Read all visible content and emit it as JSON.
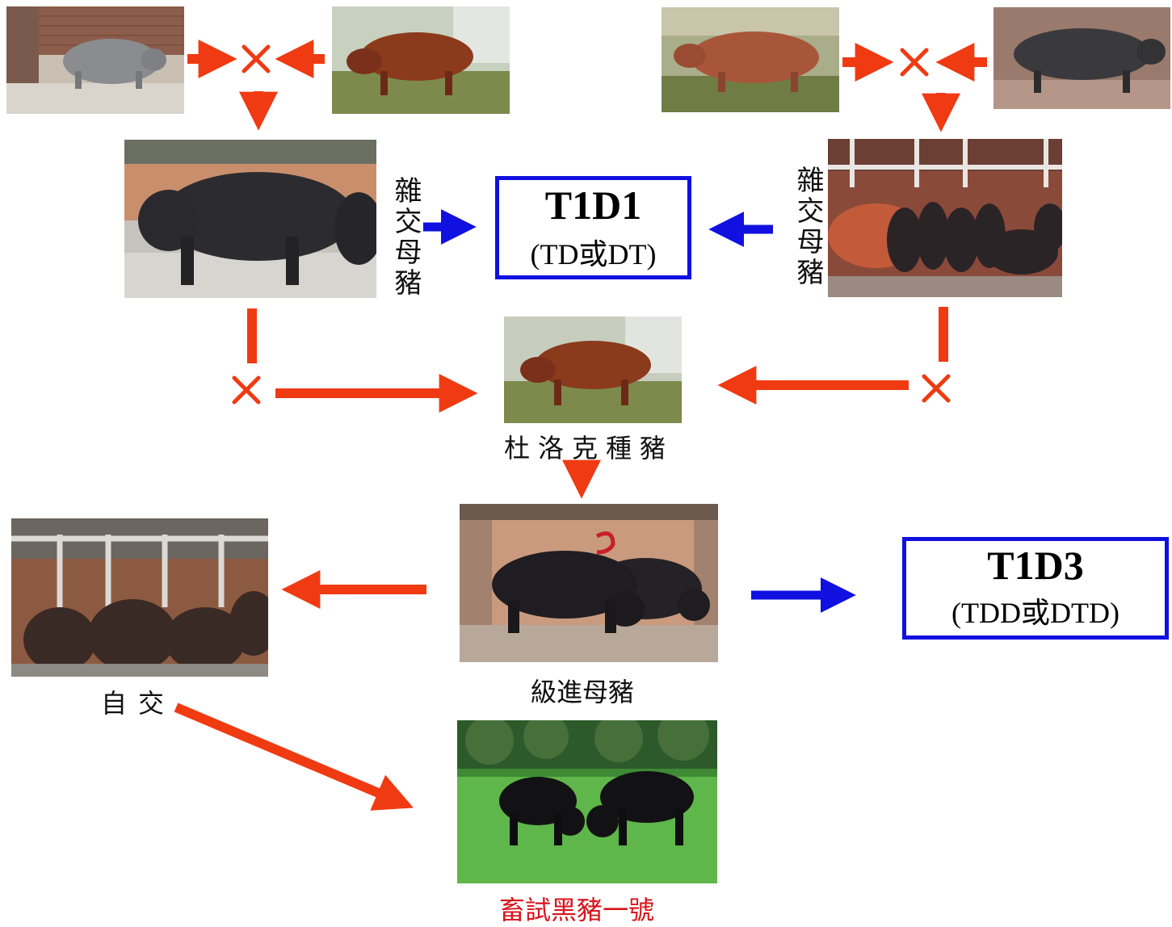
{
  "labels": {
    "crossbred_sow_left": "雜交母豬",
    "crossbred_sow_right": "雜交母豬",
    "duroc_boar": "杜洛克種豬",
    "grading_sow": "級進母豬",
    "self_cross": "自交",
    "final_breed": "畜試黑豬一號"
  },
  "results": {
    "t1d1": {
      "code": "T1D1",
      "sub": "(TD或DT)"
    },
    "t1d3": {
      "code": "T1D3",
      "sub": "(TDD或DTD)"
    }
  },
  "colors": {
    "red_arrow": "#f03a12",
    "blue_arrow": "#1010e0",
    "final_label": "#d8141c",
    "box_border": "#1010e0"
  },
  "icons": {
    "cross": "cross-mark-icon",
    "arrow": "arrow-icon"
  }
}
